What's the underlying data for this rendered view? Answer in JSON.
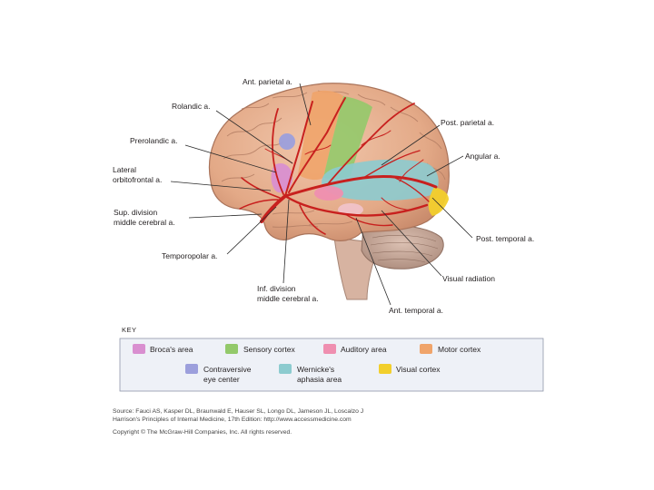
{
  "labels": {
    "ant_parietal": "Ant. parietal a.",
    "rolandic": "Rolandic a.",
    "prerolandic": "Prerolandic a.",
    "lateral_orbitofrontal_1": "Lateral",
    "lateral_orbitofrontal_2": "orbitofrontal a.",
    "sup_division_1": "Sup. division",
    "sup_division_2": "middle cerebral a.",
    "temporopolar": "Temporopolar a.",
    "inf_division_1": "Inf. division",
    "inf_division_2": "middle cerebral a.",
    "ant_temporal": "Ant. temporal a.",
    "post_parietal": "Post. parietal a.",
    "angular": "Angular a.",
    "post_temporal": "Post. temporal a.",
    "visual_radiation": "Visual radiation"
  },
  "key": {
    "title": "KEY",
    "items": [
      {
        "label": "Broca's area",
        "color": "#d98fd0"
      },
      {
        "label": "Sensory cortex",
        "color": "#93c96a"
      },
      {
        "label": "Auditory area",
        "color": "#ef8fb0"
      },
      {
        "label": "Motor cortex",
        "color": "#f0a46a"
      },
      {
        "label": "Contraversive",
        "label2": "eye center",
        "color": "#9c9fdc"
      },
      {
        "label": "Wernicke's",
        "label2": "aphasia area",
        "color": "#8ccbcf"
      },
      {
        "label": "Visual cortex",
        "color": "#f2cf2c"
      }
    ]
  },
  "credit": {
    "line1": "Source: Fauci AS, Kasper DL, Braunwald E, Hauser SL, Longo DL, Jameson JL, Loscalzo J",
    "line2": "Harrison's Principles of Internal Medicine, 17th Edition: http://www.accessmedicine.com",
    "line3": "Copyright © The McGraw-Hill Companies, Inc. All rights reserved."
  },
  "colors": {
    "brain": "#e8b394",
    "brain_shadow": "#c98f73",
    "artery": "#c8201e",
    "key_bg": "#eef1f7",
    "key_border": "#8e96a8"
  }
}
